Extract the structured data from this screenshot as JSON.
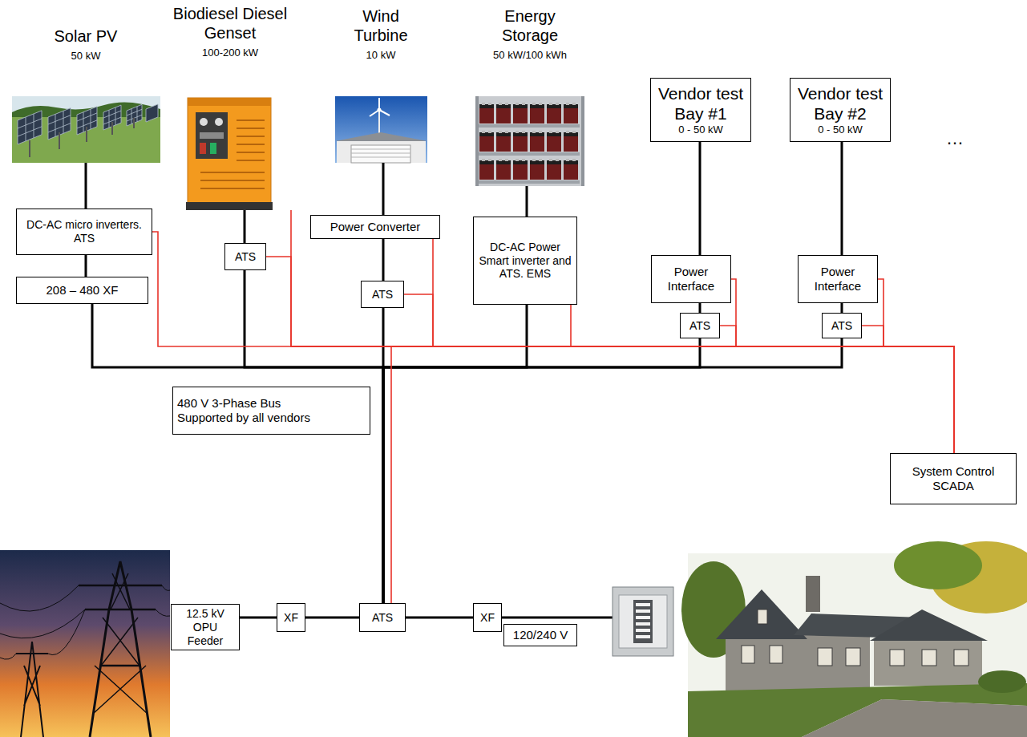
{
  "diagram": {
    "nodes": [
      {
        "text": [
          "Solar PV",
          "50 kW"
        ]
      },
      {
        "text": [
          "Biodiesel Diesel Genset",
          "100-200 kW"
        ]
      },
      {
        "text": [
          "Wind Turbine",
          "10 kW"
        ]
      },
      {
        "text": [
          "Energy Storage",
          "50 kW/100 kWh"
        ]
      },
      {
        "text": [
          "Vendor test Bay #1",
          "0 - 50 kW"
        ]
      },
      {
        "text": [
          "Vendor test Bay #2",
          "0 - 50 kW"
        ]
      },
      {
        "text": [
          "DC-AC micro inverters. ATS"
        ]
      },
      {
        "text": [
          "208 – 480 XF"
        ]
      },
      {
        "text": [
          "ATS"
        ]
      },
      {
        "text": [
          "Power Converter"
        ]
      },
      {
        "text": [
          "ATS"
        ]
      },
      {
        "text": [
          "DC-AC Power Smart inverter and ATS. EMS"
        ]
      },
      {
        "text": [
          "Power Interface"
        ]
      },
      {
        "text": [
          "ATS"
        ]
      },
      {
        "text": [
          "Power Interface"
        ]
      },
      {
        "text": [
          "ATS"
        ]
      },
      {
        "text": [
          "480 V 3-Phase Bus Supported by all vendors"
        ]
      },
      {
        "text": [
          "System Control SCADA"
        ]
      },
      {
        "text": [
          "12.5 kV OPU Feeder"
        ]
      },
      {
        "text": [
          "XF"
        ]
      },
      {
        "text": [
          "ATS"
        ]
      },
      {
        "text": [
          "XF"
        ]
      },
      {
        "text": [
          "120/240 V"
        ]
      }
    ],
    "edges": [
      {
        "from": 0,
        "to": 6,
        "arrow": "none"
      },
      {
        "from": 6,
        "to": 7,
        "arrow": "none"
      },
      {
        "from": 7,
        "to": 20,
        "arrow": "none"
      },
      {
        "from": 1,
        "to": 8,
        "arrow": "none"
      },
      {
        "from": 8,
        "to": 20,
        "arrow": "none"
      },
      {
        "from": 2,
        "to": 9,
        "arrow": "none"
      },
      {
        "from": 9,
        "to": 10,
        "arrow": "none"
      },
      {
        "from": 10,
        "to": 20,
        "arrow": "none"
      },
      {
        "from": 3,
        "to": 11,
        "arrow": "none"
      },
      {
        "from": 11,
        "to": 20,
        "arrow": "none"
      },
      {
        "from": 4,
        "to": 12,
        "arrow": "none"
      },
      {
        "from": 12,
        "to": 13,
        "arrow": "none"
      },
      {
        "from": 13,
        "to": 20,
        "arrow": "none"
      },
      {
        "from": 5,
        "to": 14,
        "arrow": "none"
      },
      {
        "from": 14,
        "to": 15,
        "arrow": "none"
      },
      {
        "from": 15,
        "to": 20,
        "arrow": "none"
      },
      {
        "from": 18,
        "to": 19,
        "arrow": "none"
      },
      {
        "from": 19,
        "to": 20,
        "arrow": "none"
      },
      {
        "from": 20,
        "to": 21,
        "arrow": "none"
      },
      {
        "from": 17,
        "to": 6,
        "arrow": "none"
      },
      {
        "from": 17,
        "to": 1,
        "arrow": "none"
      },
      {
        "from": 17,
        "to": 8,
        "arrow": "none"
      },
      {
        "from": 17,
        "to": 9,
        "arrow": "none"
      },
      {
        "from": 17,
        "to": 10,
        "arrow": "none"
      },
      {
        "from": 17,
        "to": 11,
        "arrow": "none"
      },
      {
        "from": 17,
        "to": 12,
        "arrow": "none"
      },
      {
        "from": 17,
        "to": 13,
        "arrow": "none"
      },
      {
        "from": 17,
        "to": 14,
        "arrow": "none"
      },
      {
        "from": 17,
        "to": 15,
        "arrow": "none"
      },
      {
        "from": 17,
        "to": 20,
        "arrow": "none"
      }
    ],
    "labels": [
      "…"
    ]
  }
}
